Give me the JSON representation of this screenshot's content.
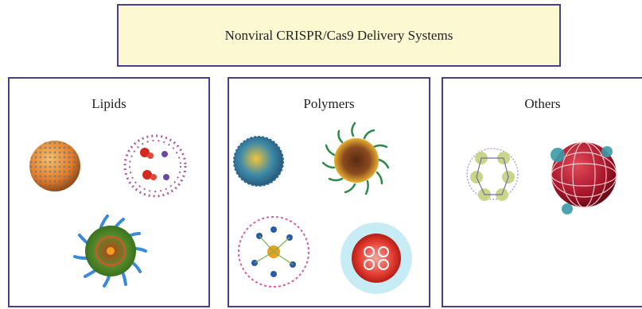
{
  "title": "Nonviral CRISPR/Cas9 Delivery Systems",
  "panels": [
    {
      "label": "Lipids"
    },
    {
      "label": "Polymers"
    },
    {
      "label": "Others"
    }
  ],
  "colors": {
    "border": "#4b3f8a",
    "title_background": "#fbf8d2"
  }
}
